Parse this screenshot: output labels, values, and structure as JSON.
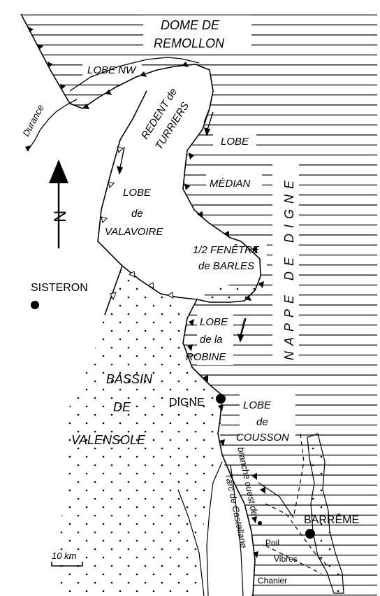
{
  "labels": {
    "dome_line1": "DOME DE",
    "dome_line2": "REMOLLON",
    "lobe_nw": "LOBE NW",
    "durance": "Durance",
    "redent_line1": "REDENT de",
    "redent_line2": "TURRIERS",
    "lobe_median_1": "LOBE",
    "lobe_median_2": "MÈDIAN",
    "nappe": "NAPPE DE DIGNE",
    "valavoire_1": "LOBE",
    "valavoire_2": "de",
    "valavoire_3": "VALAVOIRE",
    "north": "N",
    "fenetre_1": "1/2 FENÊTRE",
    "fenetre_2": "de BARLES",
    "sisteron": "SISTERON",
    "robine_1": "LOBE",
    "robine_2": "de la",
    "robine_3": "ROBINE",
    "bassin_1": "BASSIN",
    "bassin_2": "DE",
    "bassin_3": "VALENSOLE",
    "digne": "DIGNE",
    "cousson_1": "LOBE",
    "cousson_2": "de",
    "cousson_3": "COUSSON",
    "branche_1": "branche ouest de",
    "branche_2": "l'arc de Castellane",
    "barreme": "BARRÊME",
    "poil": "Poil",
    "vibres": "Vibres",
    "chanier": "Chanier",
    "scale": "10 km"
  }
}
